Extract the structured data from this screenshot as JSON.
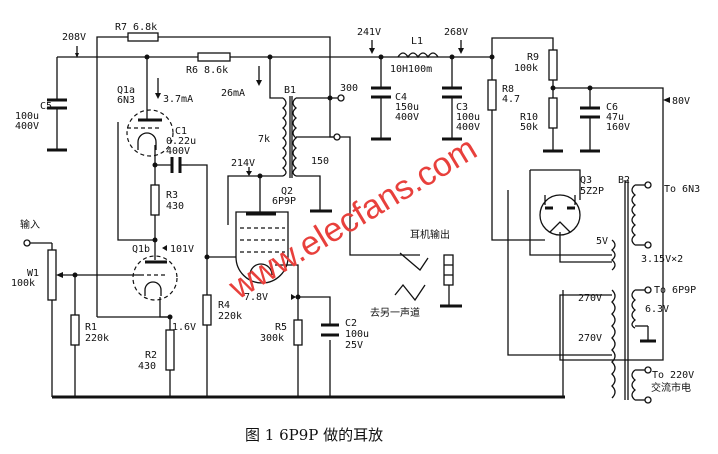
{
  "caption": "图 1   6P9P 做的耳放",
  "watermark": "www.elecfans.com",
  "labels": {
    "r7": "R7 6.8k",
    "v208": "208V",
    "r6": "R6 8.6k",
    "q1a": "Q1a",
    "q1a_type": "6N3",
    "i37": "3.7mA",
    "i26": "26mA",
    "b1": "B1",
    "t300": "300",
    "k7": "7k",
    "t150": "150",
    "c5": "C5",
    "c5_val": "100u",
    "c5_v": "400V",
    "c1": "C1",
    "c1_val": "0.22u",
    "c1_v": "400V",
    "v214": "214V",
    "q2": "Q2",
    "q2_type": "6P9P",
    "r3": "R3",
    "r3_val": "430",
    "input": "输入",
    "q1b": "Q1b",
    "v101": "101V",
    "w1": "W1",
    "w1_val": "100k",
    "r1": "R1",
    "r1_val": "220k",
    "v16": "1.6V",
    "r2": "R2",
    "r2_val": "430",
    "r4": "R4",
    "r4_val": "220k",
    "v78": "7.8V",
    "r5": "R5",
    "r5_val": "300k",
    "c2": "C2",
    "c2_val": "100u",
    "c2_v": "25V",
    "hp_out": "耳机输出",
    "other_ch": "去另一声道",
    "v241": "241V",
    "l1": "L1",
    "l1_val": "10H100m",
    "v268": "268V",
    "c4": "C4",
    "c4_val": "150u",
    "c4_v": "400V",
    "c3": "C3",
    "c3_val": "100u",
    "c3_v": "400V",
    "r8": "R8",
    "r8_val": "4.7",
    "r9": "R9",
    "r9_val": "100k",
    "r10": "R10",
    "r10_val": "50k",
    "c6": "C6",
    "c6_val": "47u",
    "c6_v": "160V",
    "v80": "80V",
    "q3": "Q3",
    "q3_type": "5Z2P",
    "b2": "B2",
    "to6n3": "To 6N3",
    "v5": "5V",
    "v315": "3.15V×2",
    "to6p9p": "To 6P9P",
    "v63": "6.3V",
    "v270a": "270V",
    "v270b": "270V",
    "to220": "To 220V",
    "mains": "交流市电"
  }
}
